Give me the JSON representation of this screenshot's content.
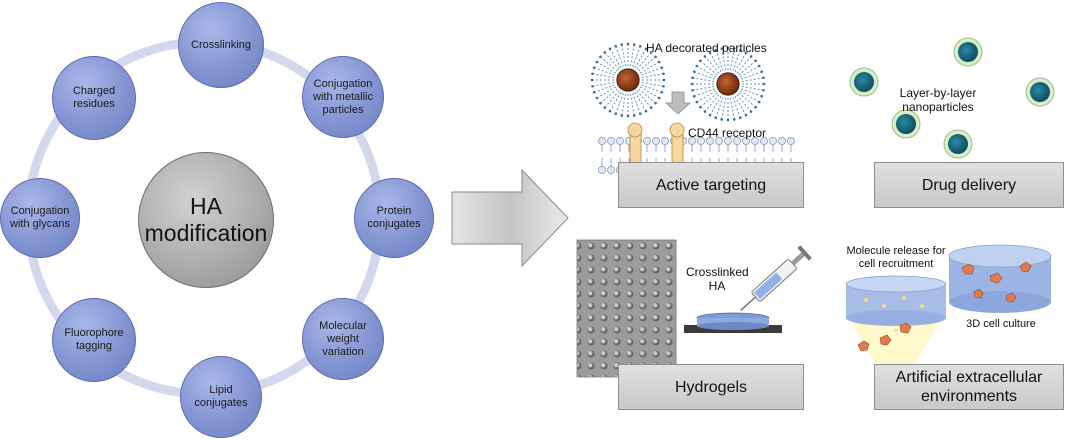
{
  "center": {
    "label": "HA\nmodification"
  },
  "nodes": [
    "Crosslinking",
    "Conjugation\nwith metallic\nparticles",
    "Protein\nconjugates",
    "Molecular\nweight\nvariation",
    "Lipid\nconjugates",
    "Fluorophore\ntagging",
    "Conjugation\nwith glycans",
    "Charged\nresidues"
  ],
  "applications": {
    "active_targeting": {
      "title": "Active targeting",
      "particles_label": "HA decorated particles",
      "receptor_label": "CD44 receptor"
    },
    "drug_delivery": {
      "title": "Drug delivery",
      "particles_label": "Layer-by-layer\nnanoparticles"
    },
    "hydrogels": {
      "title": "Hydrogels",
      "crosslinked_label": "Crosslinked\nHA"
    },
    "artificial": {
      "title": "Artificial extracellular\nenvironments",
      "release_label": "Molecule release for\ncell recruitment",
      "culture_label": "3D cell culture"
    }
  },
  "colors": {
    "node_fill": "#8394d2",
    "ring": "#d3d8ec",
    "center_fill": "#a8a8a8",
    "particle_core": "#8a3a14",
    "nanoparticle": "#1f6f86",
    "cell": "#e07b4d"
  }
}
